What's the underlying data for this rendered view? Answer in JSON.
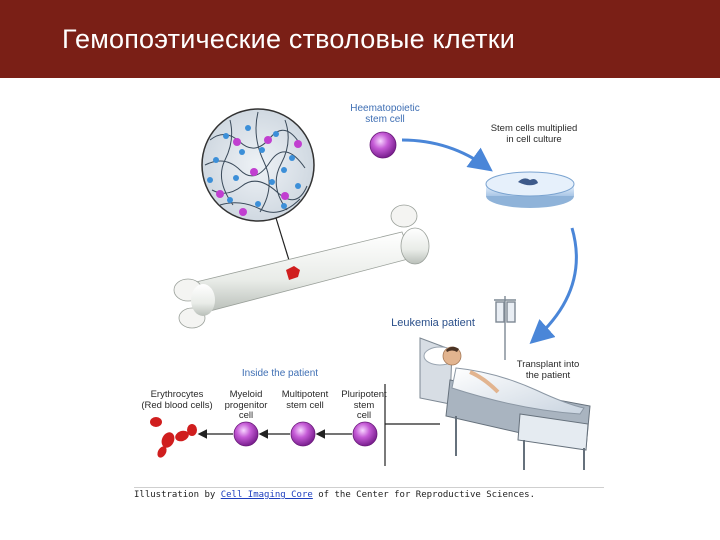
{
  "slide": {
    "title": "Гемопоэтические стволовые клетки"
  },
  "labels": {
    "haematopoietic": "Heematopoietic\nstem cell",
    "multiplied": "Stem cells multiplied\nin cell culture",
    "leukemia": "Leukemia patient",
    "transplant": "Transplant into\nthe patient",
    "inside": "Inside the patient",
    "erythrocytes": "Erythrocytes\n(Red blood cells)",
    "myeloid": "Myeloid\nprogenitor\ncell",
    "multipotent": "Multipotent\nstem cell",
    "pluripotent": "Pluripotent\nstem\ncell"
  },
  "caption": {
    "before": "Illustration by ",
    "link": "Cell Imaging Core",
    "after": " of the Center for Reproductive Sciences."
  },
  "colors": {
    "header_bg": "#7a1f16",
    "cell_purple": "#b23ec0",
    "arrow_blue": "#4a86d8",
    "red_cell": "#d01e1e"
  }
}
